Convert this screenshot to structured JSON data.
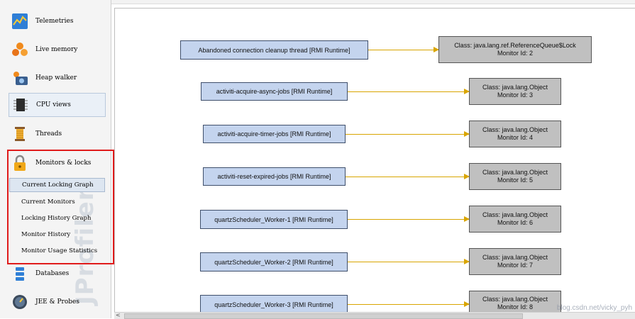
{
  "sidebar": {
    "watermark": "JProfiler",
    "items": [
      {
        "label": "Telemetries",
        "icon": "telemetries-icon"
      },
      {
        "label": "Live memory",
        "icon": "live-memory-icon"
      },
      {
        "label": "Heap walker",
        "icon": "camera-icon"
      },
      {
        "label": "CPU views",
        "icon": "cpu-icon"
      },
      {
        "label": "Threads",
        "icon": "threads-icon"
      },
      {
        "label": "Monitors & locks",
        "icon": "lock-icon"
      },
      {
        "label": "Databases",
        "icon": "database-icon"
      },
      {
        "label": "JEE & Probes",
        "icon": "gauge-icon"
      }
    ],
    "sub_items": [
      "Current Locking Graph",
      "Current Monitors",
      "Locking History Graph",
      "Monitor History",
      "Monitor Usage Statistics"
    ]
  },
  "graph": {
    "edges": [
      {
        "thread": "Abandoned connection cleanup thread [RMI Runtime]",
        "class": "Class: java.lang.ref.ReferenceQueue$Lock",
        "monitor": "Monitor Id: 2"
      },
      {
        "thread": "activiti-acquire-async-jobs [RMI Runtime]",
        "class": "Class: java.lang.Object",
        "monitor": "Monitor Id: 3"
      },
      {
        "thread": "activiti-acquire-timer-jobs [RMI Runtime]",
        "class": "Class: java.lang.Object",
        "monitor": "Monitor Id: 4"
      },
      {
        "thread": "activiti-reset-expired-jobs [RMI Runtime]",
        "class": "Class: java.lang.Object",
        "monitor": "Monitor Id: 5"
      },
      {
        "thread": "quartzScheduler_Worker-1 [RMI Runtime]",
        "class": "Class: java.lang.Object",
        "monitor": "Monitor Id: 6"
      },
      {
        "thread": "quartzScheduler_Worker-2 [RMI Runtime]",
        "class": "Class: java.lang.Object",
        "monitor": "Monitor Id: 7"
      },
      {
        "thread": "quartzScheduler_Worker-3 [RMI Runtime]",
        "class": "Class: java.lang.Object",
        "monitor": "Monitor Id: 8"
      }
    ]
  },
  "watermark_text": "blog.csdn.net/vicky_pyh",
  "scroll_left_glyph": "<",
  "colors": {
    "thread_fill": "#c4d4ee",
    "monitor_fill": "#c0c0c0",
    "arrow": "#d9a500",
    "highlight_border": "#e01b1b"
  }
}
